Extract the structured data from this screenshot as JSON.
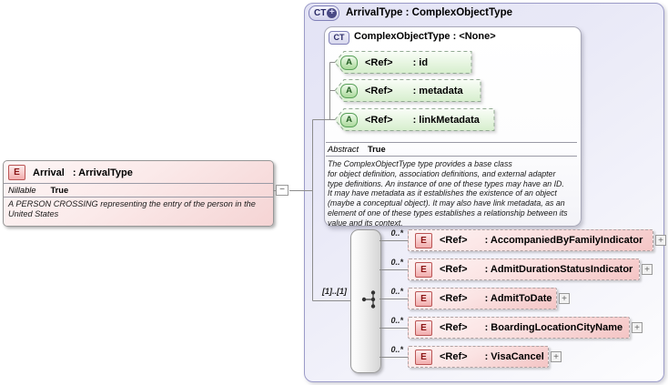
{
  "arrival_element": {
    "badge": "E",
    "name": "Arrival",
    "type_ref": ": ArrivalType",
    "nillable_label": "Nillable",
    "nillable_value": "True",
    "annotation": "A PERSON CROSSING representing the entry of the person in the United States"
  },
  "connector": {
    "collapse_glyph": "−",
    "occurrence": "[1]..[1]"
  },
  "arrival_type_box": {
    "badge": "CT",
    "plus_glyph": "+",
    "title": "ArrivalType : ComplexObjectType",
    "base_type_box": {
      "badge": "CT",
      "title": "ComplexObjectType : <None>",
      "attributes": [
        {
          "badge": "A",
          "ref": "<Ref>",
          "name": ": id"
        },
        {
          "badge": "A",
          "ref": "<Ref>",
          "name": ": metadata"
        },
        {
          "badge": "A",
          "ref": "<Ref>",
          "name": ": linkMetadata"
        }
      ],
      "abstract_label": "Abstract",
      "abstract_value": "True",
      "annotation": "The ComplexObjectType type provides a base class\nfor object definition, association definitions, and external adapter\ntype definitions. An instance of one of these types may have an ID.\nIt may have metadata as it establishes the existence of an object\n(maybe a conceptual object). It may also have link metadata, as an\nelement of one of these types establishes a relationship between its\nvalue and its context."
    },
    "sequence": {
      "elements": [
        {
          "badge": "E",
          "cardinality": "0..*",
          "ref": "<Ref>",
          "name": ": AccompaniedByFamilyIndicator",
          "expand_glyph": "+"
        },
        {
          "badge": "E",
          "cardinality": "0..*",
          "ref": "<Ref>",
          "name": ": AdmitDurationStatusIndicator",
          "expand_glyph": "+"
        },
        {
          "badge": "E",
          "cardinality": "0..*",
          "ref": "<Ref>",
          "name": ": AdmitToDate",
          "expand_glyph": "+"
        },
        {
          "badge": "E",
          "cardinality": "0..*",
          "ref": "<Ref>",
          "name": ": BoardingLocationCityName",
          "expand_glyph": "+"
        },
        {
          "badge": "E",
          "cardinality": "0..*",
          "ref": "<Ref>",
          "name": ": VisaCancel",
          "expand_glyph": "+"
        }
      ]
    }
  },
  "colors": {
    "element_accent": "#bb5555",
    "attribute_accent": "#58a058",
    "type_accent": "#8080b8",
    "container_fill": "#e9e9f7",
    "connector_line": "#8c8c8c"
  }
}
